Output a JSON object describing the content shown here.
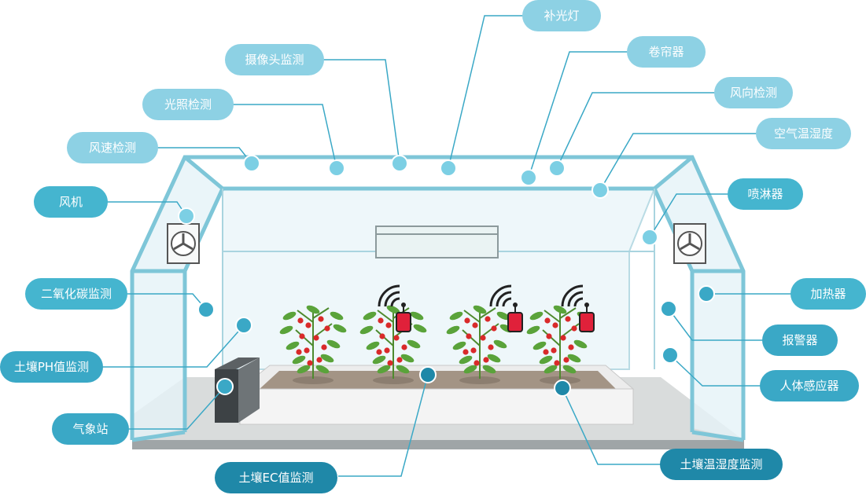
{
  "labels": {
    "supplement_light": "补光灯",
    "camera": "摄像头监测",
    "roller_blind": "卷帘器",
    "light_sensor": "光照检测",
    "wind_direction": "风向检测",
    "wind_speed": "风速检测",
    "air_humidity": "空气温湿度",
    "fan": "风机",
    "sprinkler": "喷淋器",
    "co2": "二氧化碳监测",
    "heater": "加热器",
    "alarm": "报警器",
    "soil_ph": "土壤PH值监测",
    "human_sensor": "人体感应器",
    "weather_station": "气象站",
    "soil_ec": "土壤EC值监测",
    "soil_temp_humidity": "土壤温湿度监测"
  },
  "colors": {
    "pill_light": "#8dd1e4",
    "pill_mid": "#45b5cf",
    "pill_dark": "#1f88a8",
    "connector": "#3aa8c6",
    "frame": "#7ec6d8"
  },
  "icons": [
    "fan-icon",
    "wifi-signal-icon",
    "sensor-device-icon",
    "tomato-plant-icon"
  ]
}
